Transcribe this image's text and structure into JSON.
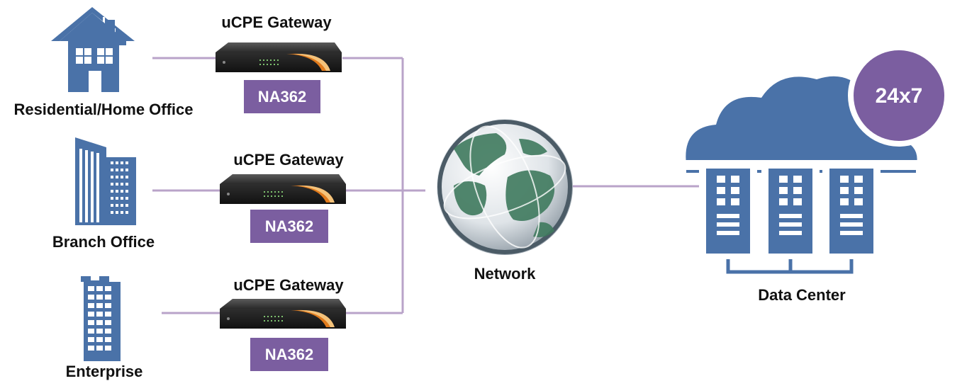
{
  "sites": [
    {
      "label": "Residential/Home  Office",
      "icon": "house-icon"
    },
    {
      "label": "Branch Office",
      "icon": "office-building-icon"
    },
    {
      "label": "Enterprise",
      "icon": "tower-building-icon"
    }
  ],
  "gateways": [
    {
      "title": "uCPE Gateway",
      "model": "NA362"
    },
    {
      "title": "uCPE Gateway",
      "model": "NA362"
    },
    {
      "title": "uCPE Gateway",
      "model": "NA362"
    }
  ],
  "network": {
    "label": "Network",
    "icon": "globe-icon"
  },
  "datacenter": {
    "label": "Data Center",
    "icon": "cloud-server-icon",
    "badge": "24x7"
  },
  "colors": {
    "icon_blue": "#4a72a8",
    "purple": "#7b5ea0",
    "line": "#b9a3c9",
    "globe_green": "#3f7a5e"
  }
}
